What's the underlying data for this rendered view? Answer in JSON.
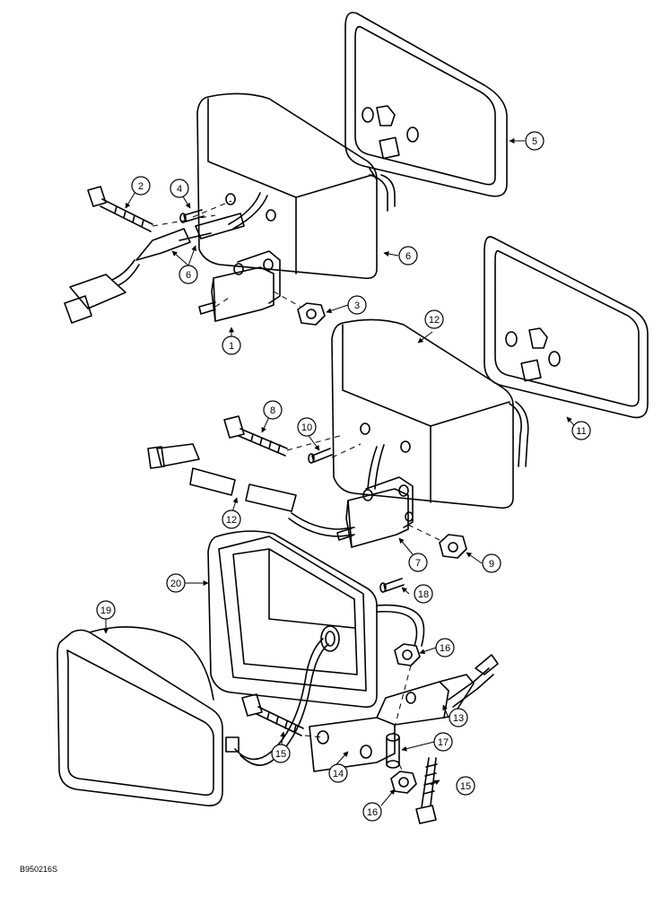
{
  "callouts": [
    "1",
    "2",
    "3",
    "4",
    "5",
    "6",
    "6",
    "7",
    "8",
    "9",
    "10",
    "11",
    "12",
    "12",
    "13",
    "14",
    "15",
    "15",
    "16",
    "16",
    "17",
    "18",
    "19",
    "20"
  ],
  "figure_code": "B950216S"
}
